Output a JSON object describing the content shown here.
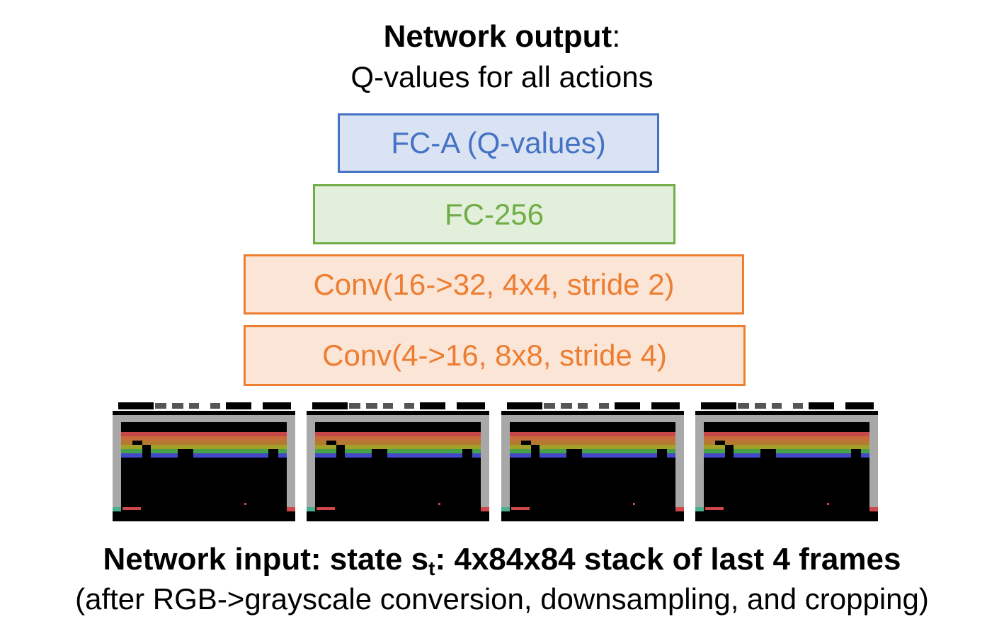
{
  "output": {
    "title_bold": "Network output",
    "title_colon": ":",
    "subtitle": "Q-values for all actions"
  },
  "layers": {
    "fc_a": "FC-A (Q-values)",
    "fc_256": "FC-256",
    "conv2": "Conv(16->32, 4x4, stride 2)",
    "conv1": "Conv(4->16, 8x8, stride 4)"
  },
  "colors": {
    "fc_a_border": "#4472c4",
    "fc_a_fill": "#dae3f3",
    "fc_256_border": "#70ad47",
    "fc_256_fill": "#e2efda",
    "conv_border": "#ed7d31",
    "conv_fill": "#fbe5d6"
  },
  "input": {
    "title_pre": "Network input: state s",
    "title_sub": "t",
    "title_post": ": 4x84x84 stack of last 4 frames",
    "subtitle": "(after RGB->grayscale conversion, downsampling, and cropping)",
    "frame_count": 4,
    "frame_icon": "breakout-game-frame-image"
  }
}
